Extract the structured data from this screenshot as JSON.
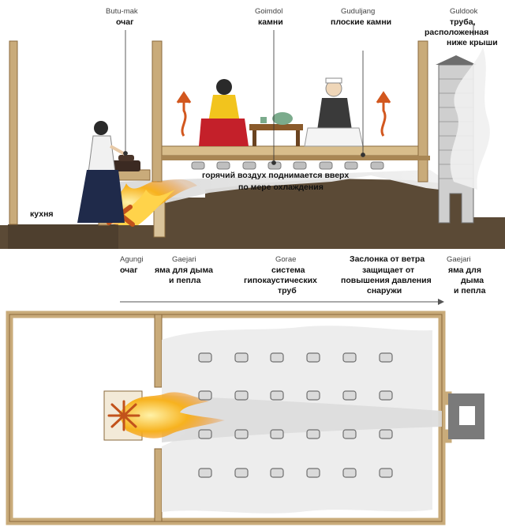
{
  "labels": {
    "butumak": {
      "roman": "Butu-mak",
      "ru": "очаг"
    },
    "goimdol": {
      "roman": "Goimdol",
      "ru": "камни"
    },
    "guduljang": {
      "roman": "Guduljang",
      "ru": "плоские камни"
    },
    "guldook": {
      "roman": "Guldook",
      "ru1": "труба,",
      "ru2": "расположенная",
      "ru3": "ниже крыши"
    },
    "kitchen": "кухня",
    "hot_air1": "горячий воздух поднимается вверх",
    "hot_air2": "по мере охлаждения",
    "agungi": {
      "roman": "Agungi",
      "ru": "очаг"
    },
    "gaejari1": {
      "roman": "Gaejari",
      "ru1": "яма для дыма",
      "ru2": "и пепла"
    },
    "gorae": {
      "roman": "Gorae",
      "ru1": "система",
      "ru2": "гипокаустических",
      "ru3": "труб"
    },
    "damper": {
      "ru1": "Заслонка от ветра",
      "ru2": "защищает от",
      "ru3": "повышения давления",
      "ru4": "снаружи"
    },
    "gaejari2": {
      "roman": "Gaejari",
      "ru1": "яма для",
      "ru2": "дыма",
      "ru3": "и пепла"
    }
  },
  "colors": {
    "wood": "#c9ab7a",
    "wood_dark": "#8a6a3c",
    "earth": "#5b4a36",
    "flame": "#f5a017",
    "smoke": "#e9e9e9",
    "stone": "#bfbfbf",
    "arrow": "#d2571e"
  }
}
